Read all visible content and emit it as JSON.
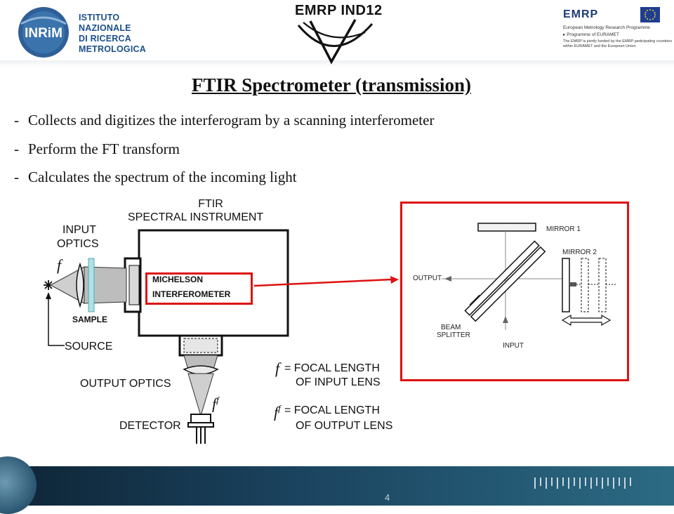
{
  "header": {
    "inrim": {
      "badge": "INRiM",
      "lines": [
        "ISTITUTO",
        "NAZIONALE",
        "DI RICERCA",
        "METROLOGICA"
      ]
    },
    "project": "EMRP IND12",
    "emrp": {
      "title": "EMRP",
      "line1": "European Metrology Research Programme",
      "line2": "▸ Programme of EURAMET",
      "note1": "The EMRP is jointly funded by the EMRP participating countries",
      "note2": "within EURAMET and the European Union"
    }
  },
  "slide": {
    "title": "FTIR Spectrometer (transmission)",
    "bullets": [
      {
        "dash": "-",
        "text": "Collects and digitizes the interferogram by a scanning interferometer"
      },
      {
        "dash": "-",
        "text": "Perform the FT transform"
      },
      {
        "dash": "-",
        "text": "Calculates the spectrum of the incoming light"
      }
    ]
  },
  "diagram": {
    "ftir_label_1": "FTIR",
    "ftir_label_2": "SPECTRAL INSTRUMENT",
    "input_optics_1": "INPUT",
    "input_optics_2": "OPTICS",
    "f_symbol": "f",
    "f_prime_symbol": "f",
    "f_prime_sup": "f",
    "michelson_1": "MICHELSON",
    "michelson_2": "INTERFEROMETER",
    "sample": "SAMPLE",
    "source": "SOURCE",
    "output_optics": "OUTPUT OPTICS",
    "detector": "DETECTOR",
    "legend_f_1": "= FOCAL LENGTH",
    "legend_f_2": "OF INPUT LENS",
    "legend_fp_1": "= FOCAL LENGTH",
    "legend_fp_2": "OF OUTPUT LENS",
    "inset": {
      "mirror1": "MIRROR 1",
      "mirror2": "MIRROR 2",
      "output": "OUTPUT",
      "beam_1": "BEAM",
      "beam_2": "SPLITTER",
      "input": "INPUT"
    }
  },
  "footer": {
    "page_number": "4"
  },
  "colors": {
    "highlight": "#dd1111",
    "inrim_blue": "#1b4f8c",
    "footer_dark": "#0e2435"
  }
}
